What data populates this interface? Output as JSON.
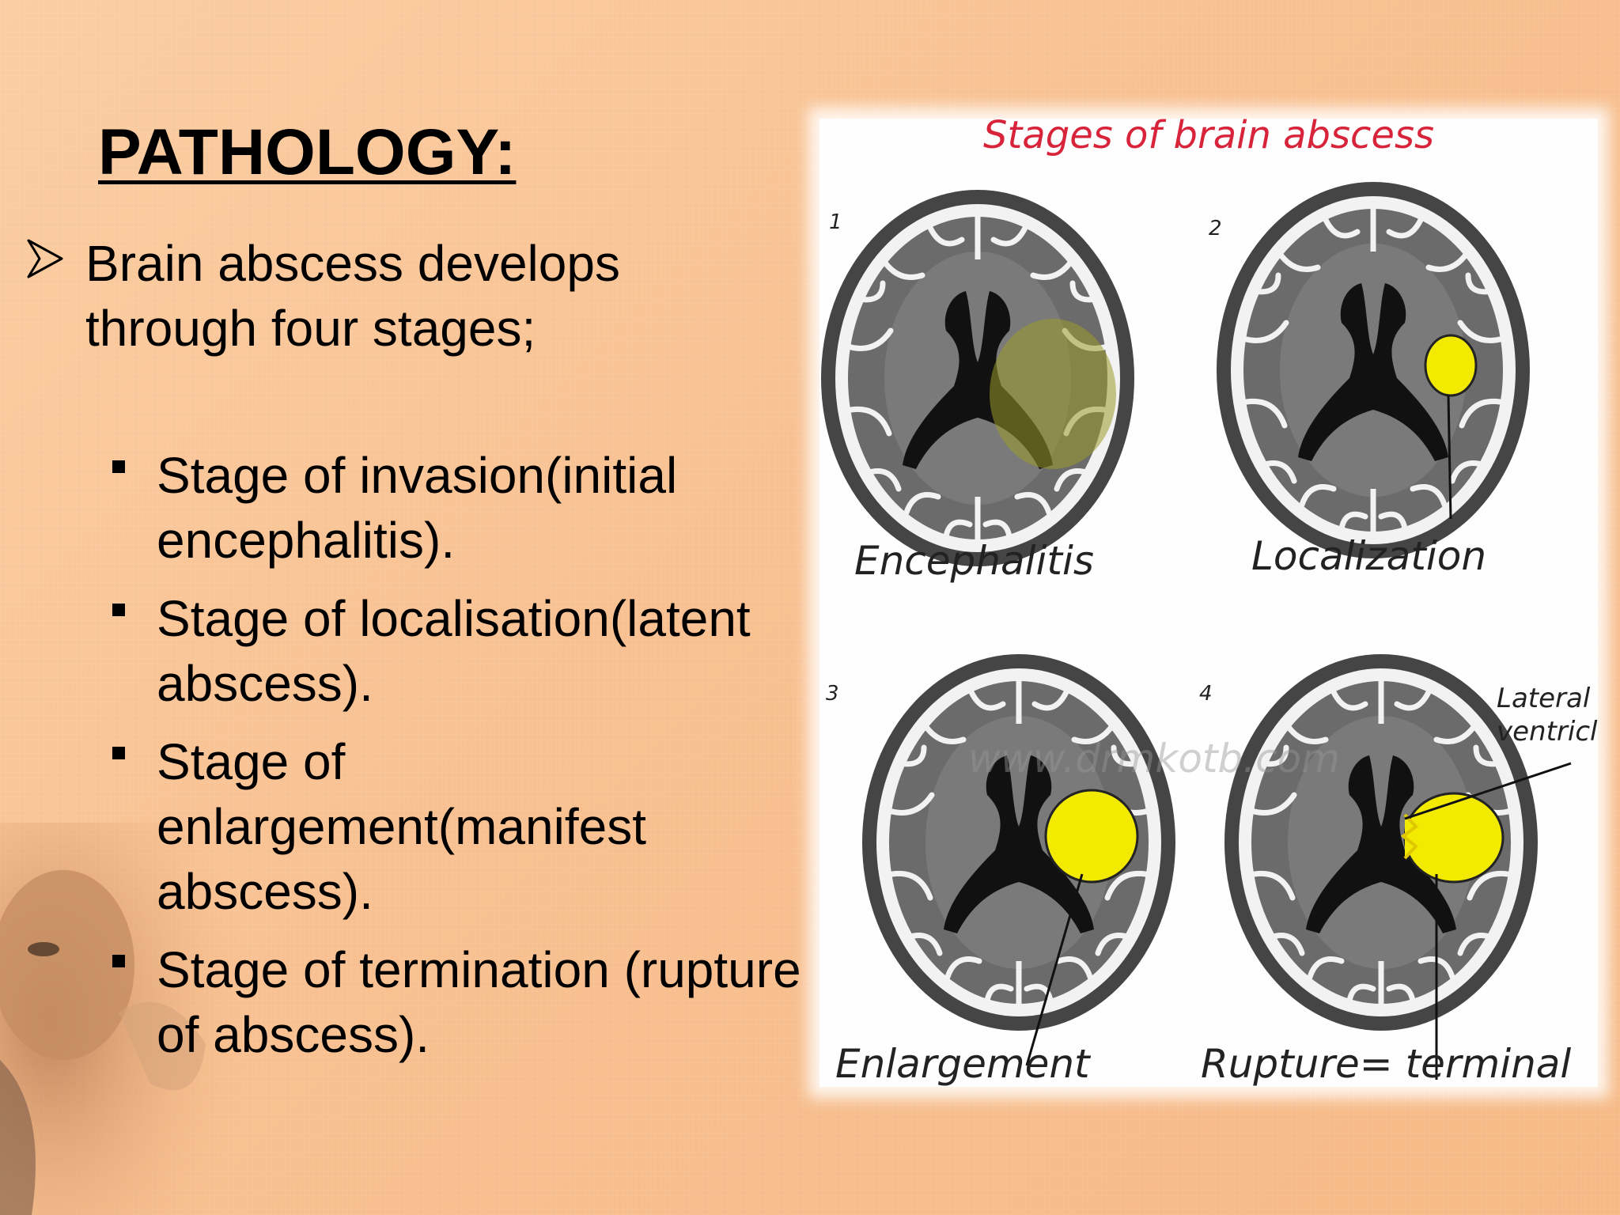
{
  "slide": {
    "title": "PATHOLOGY:",
    "main_point": "Brain abscess develops through four stages;",
    "stages": [
      "Stage of invasion(initial encephalitis).",
      "Stage of localisation(latent abscess).",
      "Stage of enlargement(manifest abscess).",
      "Stage of termination (rupture of abscess)."
    ]
  },
  "figure": {
    "title": "Stages of brain abscess",
    "panels": [
      {
        "number": "1",
        "label": "Encephalitis"
      },
      {
        "number": "2",
        "label": "Localization"
      },
      {
        "number": "3",
        "label": "Enlargement"
      },
      {
        "number": "4",
        "label": "Rupture= terminal"
      }
    ],
    "callout_line1": "Lateral",
    "callout_line2": "ventricle",
    "watermark": "www.drmkotb.com"
  },
  "colors": {
    "background": "#f8c090",
    "abscess_yellow": "#f2ea00",
    "brain_gray": "#6a6a6a",
    "figure_title_red": "#d8243a"
  }
}
